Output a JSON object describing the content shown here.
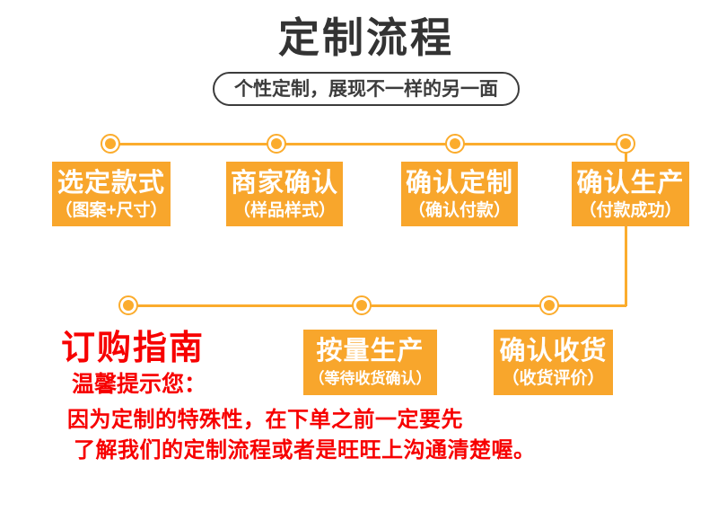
{
  "header": {
    "title": "定制流程",
    "tagline": "个性定制，展现不一样的另一面"
  },
  "flow": {
    "row1": [
      {
        "title": "选定款式",
        "subtitle": "（图案+尺寸）"
      },
      {
        "title": "商家确认",
        "subtitle": "（样品样式）"
      },
      {
        "title": "确认定制",
        "subtitle": "（确认付款）"
      },
      {
        "title": "确认生产",
        "subtitle": "（付款成功）"
      }
    ],
    "row2": [
      {
        "title": "按量生产",
        "subtitle": "（等待收货确认）"
      },
      {
        "title": "确认收货",
        "subtitle": "（收货评价）"
      }
    ]
  },
  "guide": {
    "heading": "订购指南",
    "tip_title": "温馨提示您：",
    "tip_line1": "因为定制的特殊性，在下单之前一定要先",
    "tip_line2": "了解我们的定制流程或者是旺旺上沟通清楚喔。"
  },
  "theme": {
    "accent": "#F8A62C",
    "line": "#FBAC2D",
    "red": "#F70000",
    "title_color": "#333333"
  }
}
